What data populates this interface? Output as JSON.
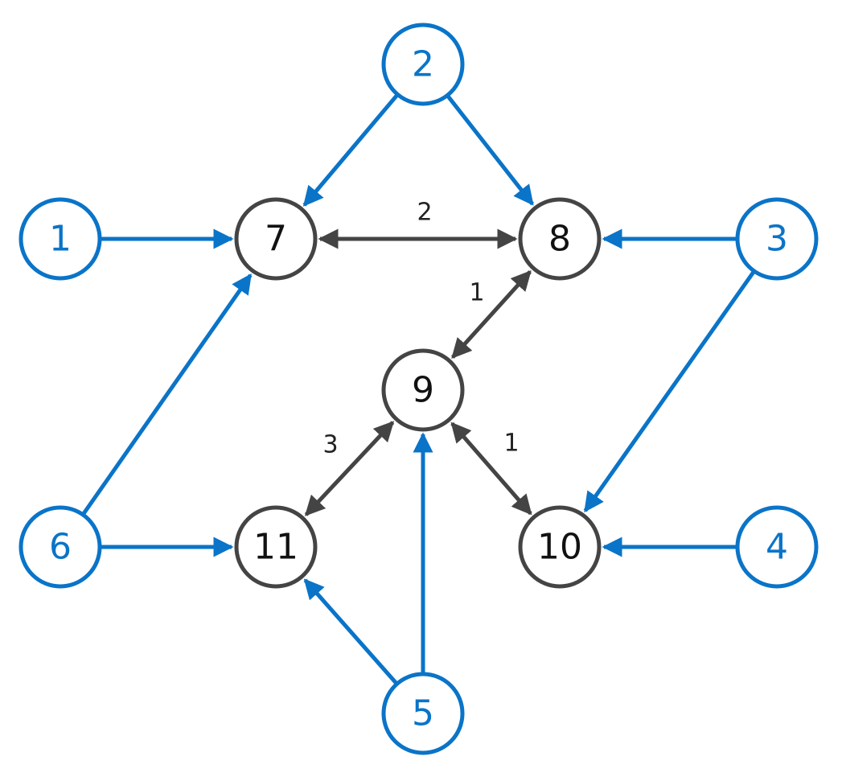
{
  "colors": {
    "source": "#0A74C8",
    "internal": "#444444"
  },
  "nodes": [
    {
      "id": "1",
      "label": "1",
      "kind": "source"
    },
    {
      "id": "2",
      "label": "2",
      "kind": "source"
    },
    {
      "id": "3",
      "label": "3",
      "kind": "source"
    },
    {
      "id": "4",
      "label": "4",
      "kind": "source"
    },
    {
      "id": "5",
      "label": "5",
      "kind": "source"
    },
    {
      "id": "6",
      "label": "6",
      "kind": "source"
    },
    {
      "id": "7",
      "label": "7",
      "kind": "internal"
    },
    {
      "id": "8",
      "label": "8",
      "kind": "internal"
    },
    {
      "id": "9",
      "label": "9",
      "kind": "internal"
    },
    {
      "id": "10",
      "label": "10",
      "kind": "internal"
    },
    {
      "id": "11",
      "label": "11",
      "kind": "internal"
    }
  ],
  "edges": [
    {
      "from": "1",
      "to": "7",
      "kind": "source",
      "bidirectional": false,
      "label": ""
    },
    {
      "from": "2",
      "to": "7",
      "kind": "source",
      "bidirectional": false,
      "label": ""
    },
    {
      "from": "2",
      "to": "8",
      "kind": "source",
      "bidirectional": false,
      "label": ""
    },
    {
      "from": "3",
      "to": "8",
      "kind": "source",
      "bidirectional": false,
      "label": ""
    },
    {
      "from": "3",
      "to": "10",
      "kind": "source",
      "bidirectional": false,
      "label": ""
    },
    {
      "from": "4",
      "to": "10",
      "kind": "source",
      "bidirectional": false,
      "label": ""
    },
    {
      "from": "5",
      "to": "11",
      "kind": "source",
      "bidirectional": false,
      "label": ""
    },
    {
      "from": "5",
      "to": "9",
      "kind": "source",
      "bidirectional": false,
      "label": ""
    },
    {
      "from": "6",
      "to": "7",
      "kind": "source",
      "bidirectional": false,
      "label": ""
    },
    {
      "from": "6",
      "to": "11",
      "kind": "source",
      "bidirectional": false,
      "label": ""
    },
    {
      "from": "7",
      "to": "8",
      "kind": "internal",
      "bidirectional": true,
      "label": "2"
    },
    {
      "from": "8",
      "to": "9",
      "kind": "internal",
      "bidirectional": true,
      "label": "1"
    },
    {
      "from": "9",
      "to": "11",
      "kind": "internal",
      "bidirectional": true,
      "label": "3"
    },
    {
      "from": "9",
      "to": "10",
      "kind": "internal",
      "bidirectional": true,
      "label": "1"
    }
  ]
}
